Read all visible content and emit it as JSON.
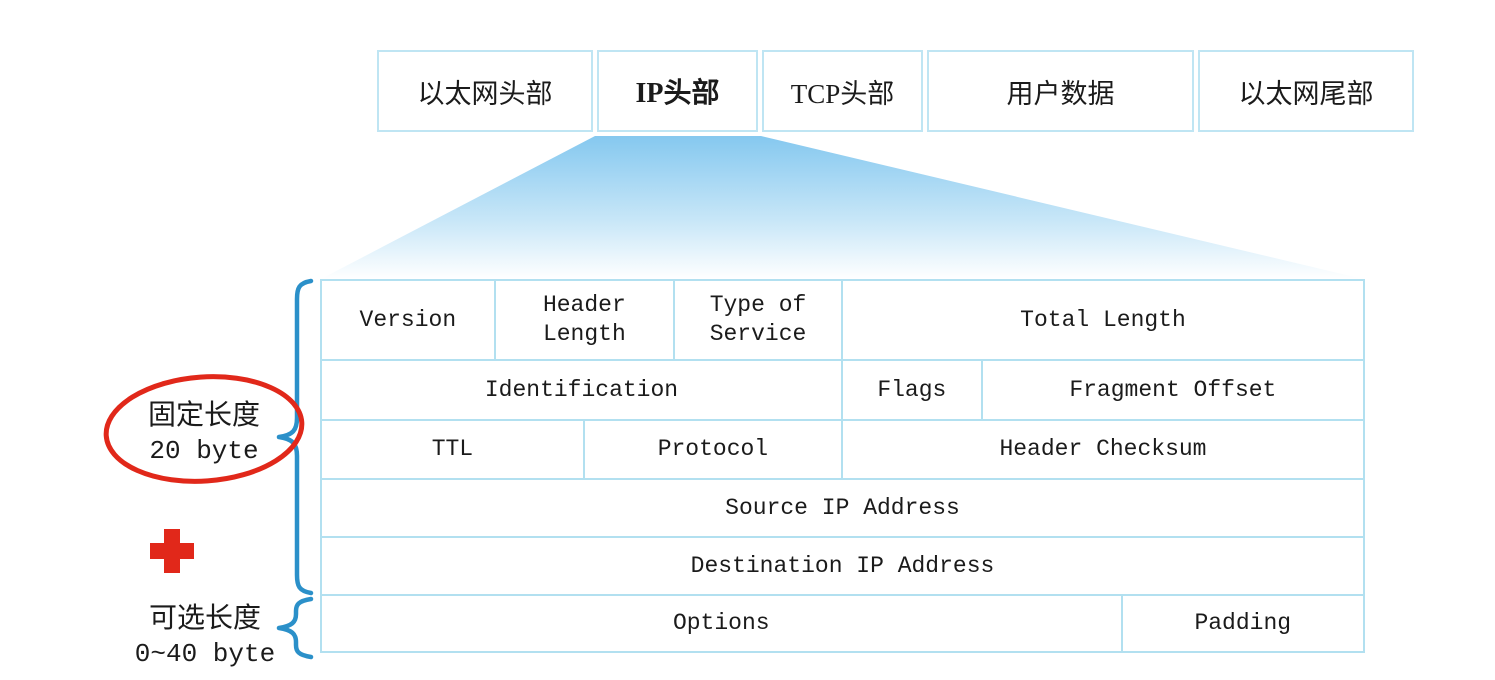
{
  "colors": {
    "frame_border": "#bfe5f3",
    "table_border": "#b2e0f0",
    "text": "#1b1b1b",
    "funnel_top": "#85c8ef",
    "funnel_mid": "#c9e7f8",
    "funnel_bottom": "#ffffff",
    "brace_blue": "#2b90c9",
    "annotation_red": "#e1281a"
  },
  "icons": {
    "funnel": "zoom-funnel-shape",
    "brace_fixed": "curly-brace-icon",
    "brace_optional": "curly-brace-icon",
    "red_circle": "hand-drawn-circle-icon",
    "red_plus": "plus-icon"
  },
  "frame_row": {
    "cells": [
      "以太网头部",
      "IP头部",
      "TCP头部",
      "用户数据",
      "以太网尾部"
    ]
  },
  "ip_header_table": {
    "rows": [
      [
        "Version",
        "Header Length",
        "Type of Service",
        "Total Length"
      ],
      [
        "Identification",
        "Flags",
        "Fragment Offset"
      ],
      [
        "TTL",
        "Protocol",
        "Header Checksum"
      ],
      [
        "Source IP Address"
      ],
      [
        "Destination IP Address"
      ],
      [
        "Options",
        "Padding"
      ]
    ]
  },
  "annotations": {
    "fixed_length": {
      "line1": "固定长度",
      "line2": "20 byte"
    },
    "optional_length": {
      "line1": "可选长度",
      "line2": "0~40 byte"
    }
  }
}
